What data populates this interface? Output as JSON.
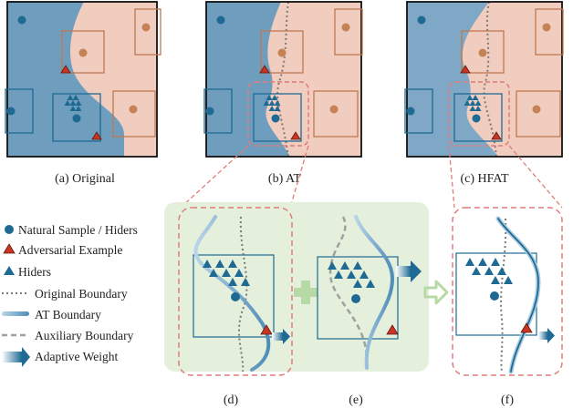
{
  "panels": {
    "a": {
      "caption": "(a) Original"
    },
    "b": {
      "caption": "(b) AT"
    },
    "c": {
      "caption": "(c) HFAT"
    },
    "d": {
      "caption": "(d)"
    },
    "e": {
      "caption": "(e)"
    },
    "f": {
      "caption": "(f)"
    }
  },
  "legend": {
    "natural_sample": "Natural Sample / Hiders",
    "adversarial_example": "Adversarial Example",
    "hiders": "Hiders",
    "original_boundary": "Original Boundary",
    "at_boundary": "AT Boundary",
    "auxiliary_boundary": "Auxiliary Boundary",
    "adaptive_weight": "Adaptive Weight"
  },
  "colors": {
    "blue_region": "#6f9dbd",
    "blue_region_light": "#7ea8c6",
    "salmon_region": "#f0cdbf",
    "teal": "#1e6a93",
    "orange": "#c58355",
    "dashed_red": "#e07d78",
    "adversarial_red": "#cc3322",
    "green_bg": "#e4efdc",
    "green_plus": "#b6d9a5",
    "gray_dotted": "#7a7a7a"
  }
}
